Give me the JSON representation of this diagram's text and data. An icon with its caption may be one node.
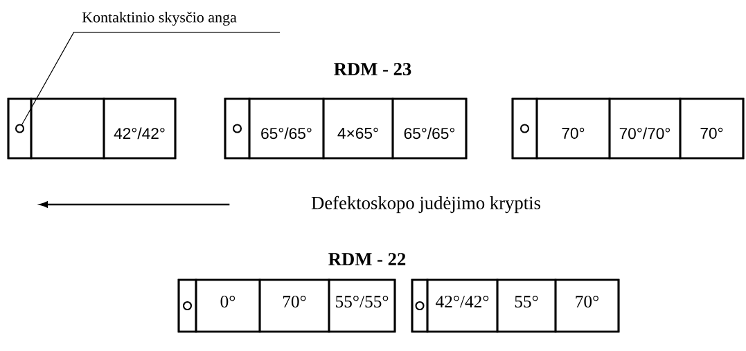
{
  "diagram": {
    "nodes": [
      {
        "text": [
          "Kontaktinio skysčio anga"
        ]
      },
      {
        "text": [],
        "shape": "box"
      },
      {
        "text": [],
        "shape": "box",
        "in": 1
      },
      {
        "text": [],
        "shape": "circle",
        "in": 2
      },
      {
        "text": [],
        "shape": "box",
        "in": 1
      },
      {
        "text": [
          "42°/42°"
        ],
        "in": 1
      },
      {
        "text": [],
        "shape": "box"
      },
      {
        "text": [],
        "shape": "box",
        "in": 6
      },
      {
        "text": [],
        "shape": "circle",
        "in": 7
      },
      {
        "text": [
          "65°/65°"
        ],
        "in": 6
      },
      {
        "text": [
          "4×65°"
        ],
        "in": 6
      },
      {
        "text": [
          "65°/65°"
        ],
        "in": 6
      },
      {
        "text": [],
        "shape": "box"
      },
      {
        "text": [],
        "shape": "box",
        "in": 12
      },
      {
        "text": [],
        "shape": "circle",
        "in": 13
      },
      {
        "text": [
          "70°"
        ],
        "in": 12
      },
      {
        "text": [
          "70°/70°"
        ],
        "in": 12
      },
      {
        "text": [
          "70°"
        ],
        "in": 12
      },
      {
        "text": [],
        "shape": "box"
      },
      {
        "text": [],
        "shape": "box",
        "in": 18
      },
      {
        "text": [],
        "shape": "circle",
        "in": 19
      },
      {
        "text": [
          "0°"
        ],
        "in": 18
      },
      {
        "text": [
          "70°"
        ],
        "in": 18
      },
      {
        "text": [
          "55°/55°"
        ],
        "in": 18
      },
      {
        "text": [],
        "shape": "box"
      },
      {
        "text": [],
        "shape": "box",
        "in": 24
      },
      {
        "text": [],
        "shape": "circle",
        "in": 25
      },
      {
        "text": [
          "42°/42°"
        ],
        "in": 24
      },
      {
        "text": [
          "55°"
        ],
        "in": 24
      },
      {
        "text": [
          "70°"
        ],
        "in": 24
      }
    ],
    "edges": [
      {
        "from": 0,
        "to": 3,
        "arrow": "none"
      }
    ],
    "labels": [
      "RDM - 23",
      "Defektoskopo judėjimo kryptis",
      "RDM - 22"
    ]
  }
}
